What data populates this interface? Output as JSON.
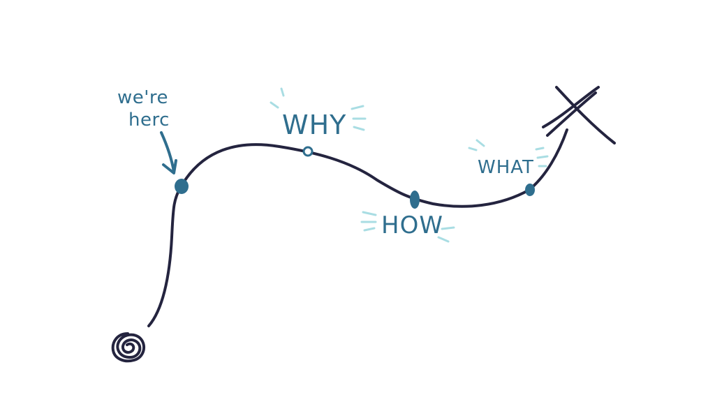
{
  "diagram": {
    "labels": {
      "here_line1": "we're",
      "here_line2": "herc",
      "why": "WHY",
      "how": "HOW",
      "what": "WHAT"
    },
    "colors": {
      "path": "#24243f",
      "marker": "#2f6e8e",
      "label": "#2f6e8e",
      "accent": "#a9dde3"
    },
    "icons": {
      "start": "scribble-circle-icon",
      "end": "x-mark-icon",
      "pointer": "arrow-down-icon"
    }
  }
}
